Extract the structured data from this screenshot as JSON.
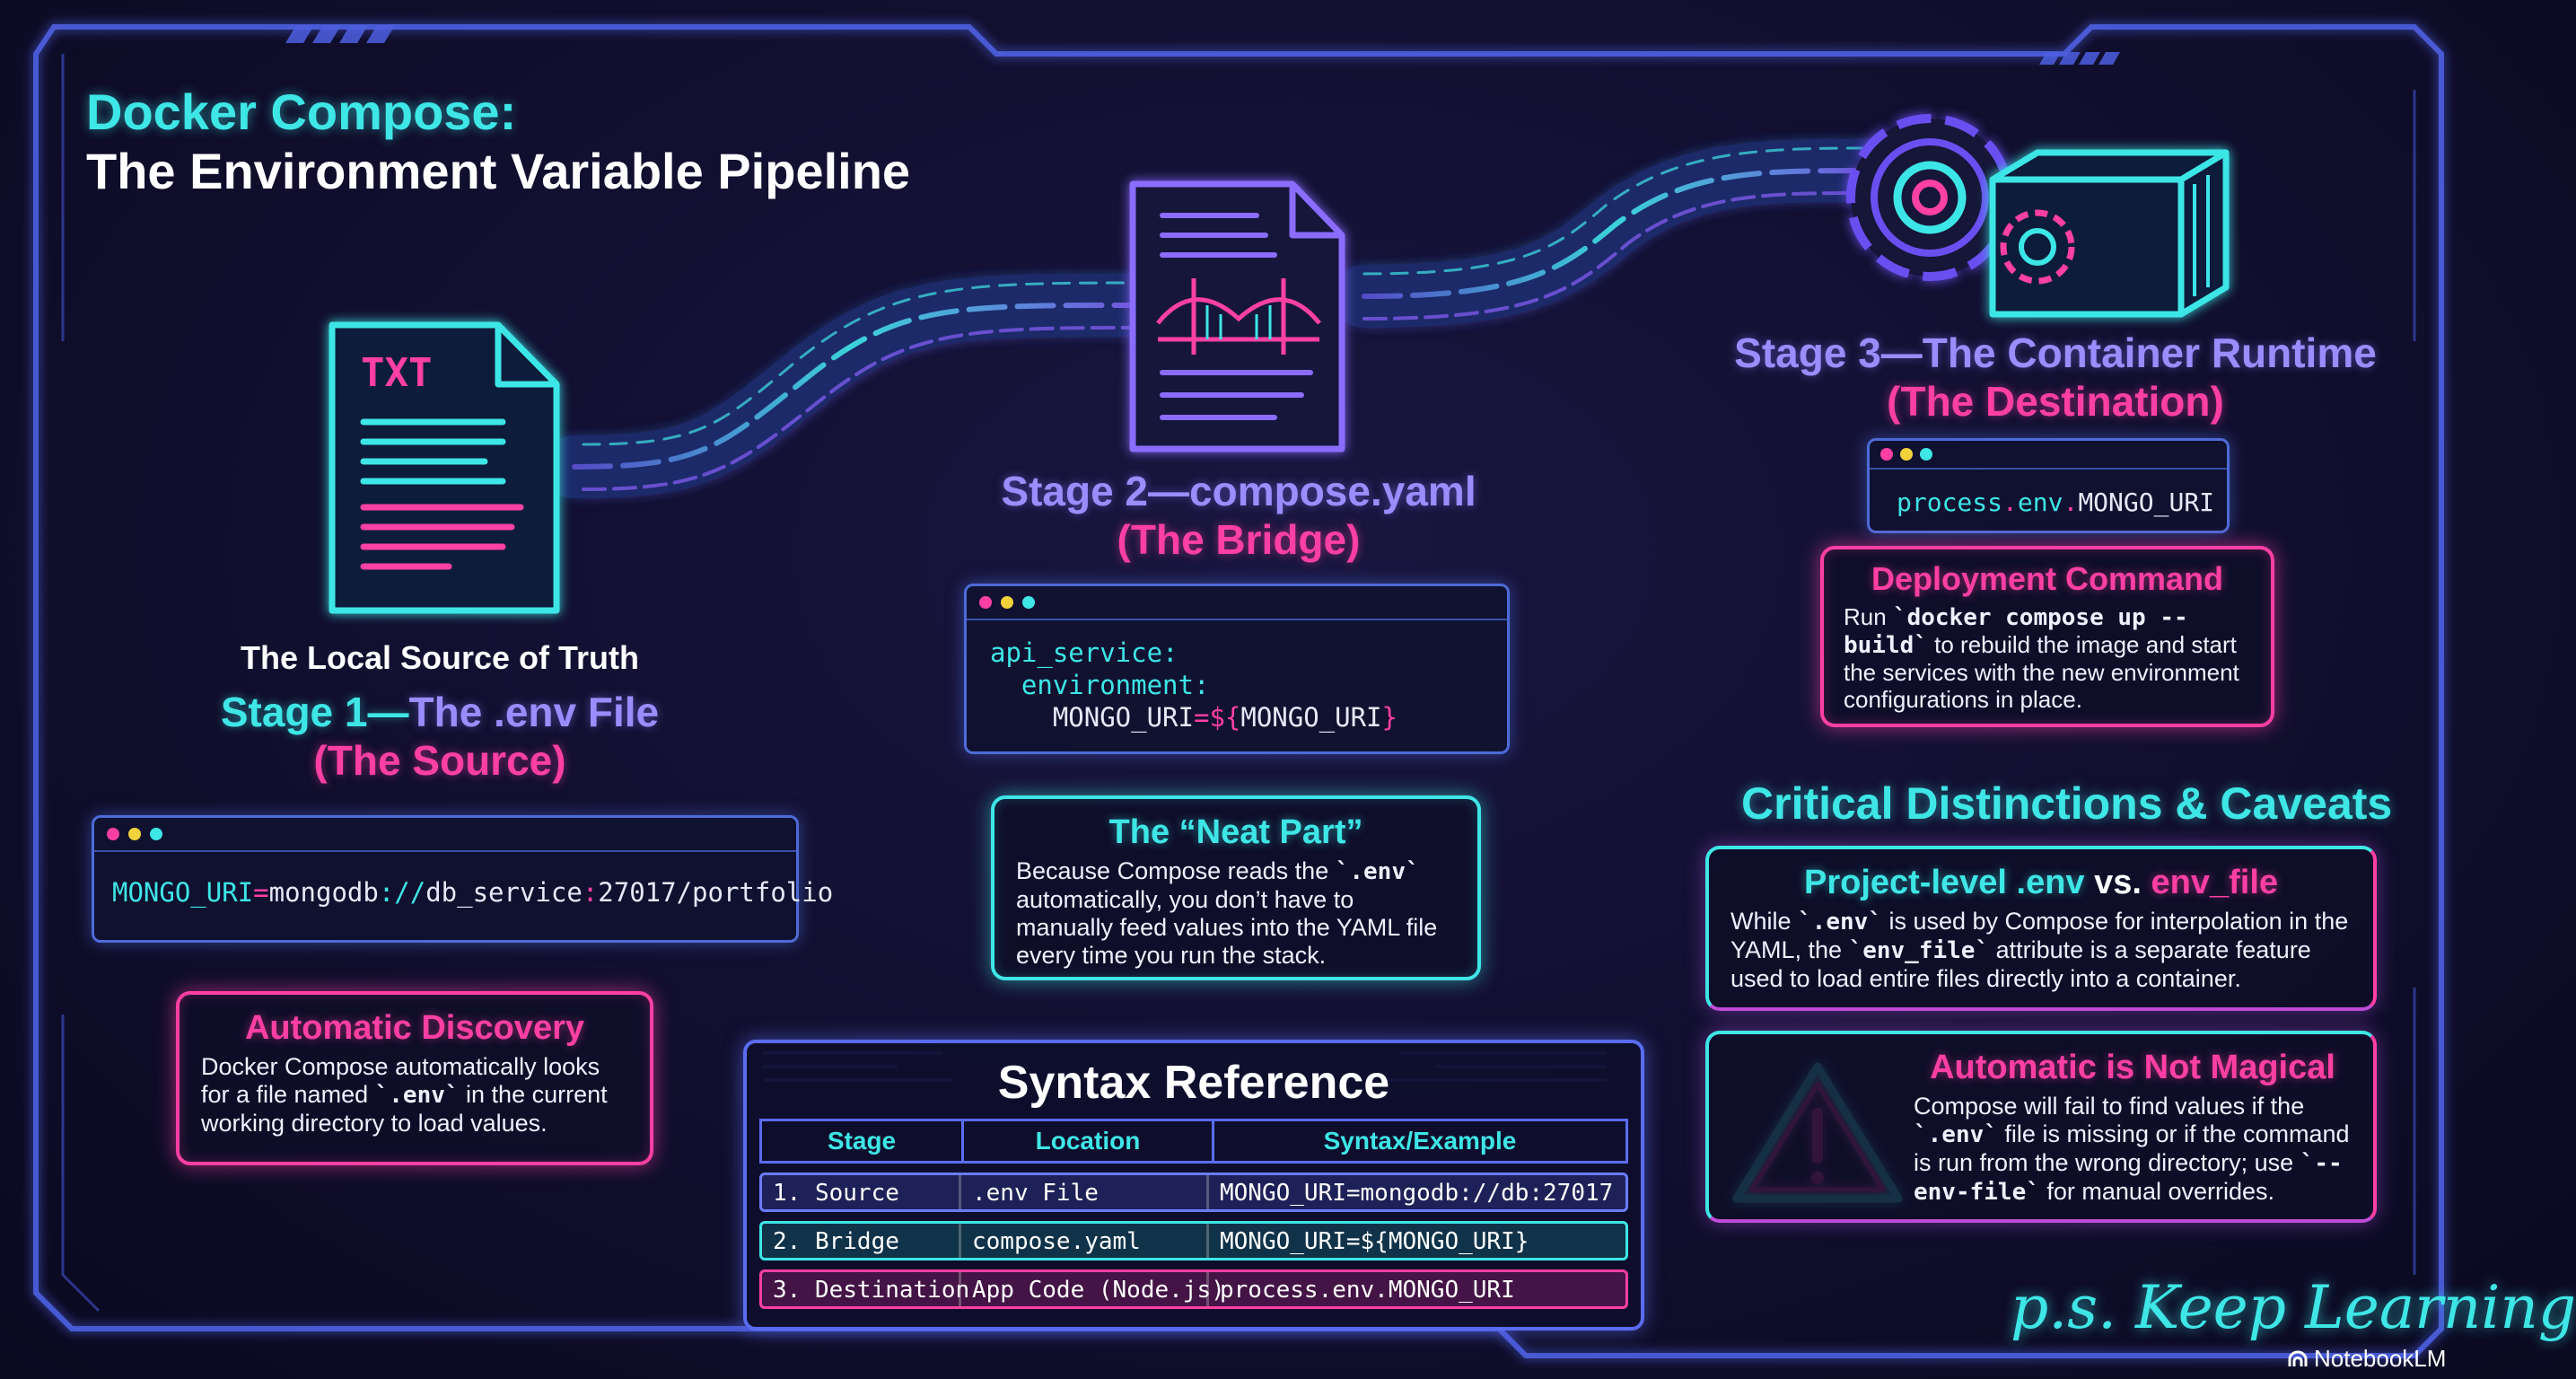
{
  "title": {
    "line1": "Docker Compose:",
    "line2": "The Environment Variable Pipeline"
  },
  "stage1": {
    "icon_label": "TXT",
    "subtitle": "The Local Source of Truth",
    "heading_prefix": "Stage 1—",
    "heading_rest": "The .env File",
    "role": "(The Source)",
    "code_key": "MONGO_URI",
    "code_eq": "=",
    "code_val1": "mongodb",
    "code_sep1": "://",
    "code_val2": "db_service",
    "code_sep2": ":",
    "code_val3": "27017/portfolio"
  },
  "stage2": {
    "heading": "Stage 2—compose.yaml",
    "role": "(The Bridge)",
    "code_line1": "api_service:",
    "code_line2": "  environment:",
    "code_line3_key": "    MONGO_URI",
    "code_line3_op": "=${",
    "code_line3_var": "MONGO_URI",
    "code_line3_end": "}"
  },
  "stage3": {
    "heading": "Stage 3—The Container Runtime",
    "role": "(The Destination)",
    "code_obj": "process",
    "code_dot1": ".",
    "code_env": "env",
    "code_dot2": ".",
    "code_var": "MONGO_URI"
  },
  "cards": {
    "auto_discovery": {
      "title": "Automatic Discovery",
      "text_a": "Docker Compose automatically looks for a file named ",
      "code": "`.env`",
      "text_b": " in the current working directory to load values."
    },
    "neat_part": {
      "title": "The “Neat Part”",
      "text_a": "Because Compose reads the ",
      "code": "`.env`",
      "text_b": " automatically, you don’t have to manually feed values into the YAML file every time you run the stack."
    },
    "deployment": {
      "title": "Deployment Command",
      "text_a": "Run ",
      "code": "`docker compose up --build`",
      "text_b": " to rebuild the image and start the services with the new environment configurations in place."
    },
    "project_level": {
      "title_a": "Project-level .env ",
      "title_vs": "vs.",
      "title_b": " env_file",
      "text_a": "While ",
      "code1": "`.env`",
      "text_b": " is used by Compose for interpolation in the YAML, the ",
      "code2": "`env_file`",
      "text_c": " attribute is a separate feature used to load entire files directly into a container."
    },
    "not_magical": {
      "title": "Automatic is Not Magical",
      "text_a": "Compose will fail to find values if the ",
      "code1": "`.env`",
      "text_b": " file is missing or if the command is run from the wrong directory; use ",
      "code2": "`--env-file`",
      "text_c": " for manual overrides."
    }
  },
  "critical_heading": "Critical Distinctions & Caveats",
  "syntax_reference": {
    "title": "Syntax Reference",
    "columns": [
      "Stage",
      "Location",
      "Syntax/Example"
    ],
    "rows": [
      [
        "1. Source",
        ".env File",
        "MONGO_URI=mongodb://db:27017"
      ],
      [
        "2. Bridge",
        "compose.yaml",
        "MONGO_URI=${MONGO_URI}"
      ],
      [
        "3. Destination",
        "App Code (Node.js)",
        "process.env.MONGO_URI"
      ]
    ]
  },
  "footer": {
    "ps": "p.s. Keep Learning",
    "brand": "NotebookLM"
  },
  "colors": {
    "cyan": "#3ee6e6",
    "pink": "#ff3fa4",
    "violet": "#9b8cff",
    "frame_blue": "#4d6bd8",
    "background": "#110f2e"
  },
  "icons": [
    "txt-file-icon",
    "yaml-bridge-file-icon",
    "gear-icon",
    "container-icon",
    "warning-triangle-icon",
    "notebooklm-logo-icon"
  ]
}
